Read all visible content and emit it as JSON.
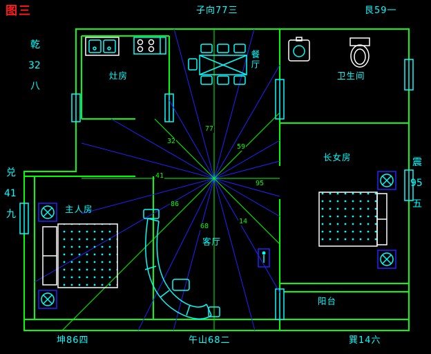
{
  "figure_label": "图三",
  "compass": {
    "top_center": "子向77三",
    "top_right": "艮59一",
    "bottom_left": "坤86四",
    "bottom_center": "午山68二",
    "bottom_right": "巽14六",
    "left_top": {
      "lines": [
        "乾",
        "32",
        "八"
      ]
    },
    "left_middle": {
      "lines": [
        "兑",
        "41",
        "九"
      ]
    },
    "right_middle": {
      "lines": [
        "震",
        "95",
        "五"
      ]
    }
  },
  "rooms": [
    {
      "id": "kitchen",
      "label": "灶房"
    },
    {
      "id": "dining",
      "label": "餐厅"
    },
    {
      "id": "bathroom",
      "label": "卫生间"
    },
    {
      "id": "daughter-room",
      "label": "长女房"
    },
    {
      "id": "master-room",
      "label": "主人房"
    },
    {
      "id": "living-room",
      "label": "客厅"
    },
    {
      "id": "balcony",
      "label": "阳台"
    }
  ],
  "ray_numbers": [
    {
      "value": "77"
    },
    {
      "value": "32"
    },
    {
      "value": "59"
    },
    {
      "value": "41"
    },
    {
      "value": "95"
    },
    {
      "value": "86"
    },
    {
      "value": "68"
    },
    {
      "value": "14"
    }
  ],
  "colors": {
    "background": "#000000",
    "walls": "#00ff00",
    "rays": "#2222ff",
    "fixtures": "#00ffff",
    "accent_white": "#ffffff",
    "title_red": "#ff1a1a"
  }
}
